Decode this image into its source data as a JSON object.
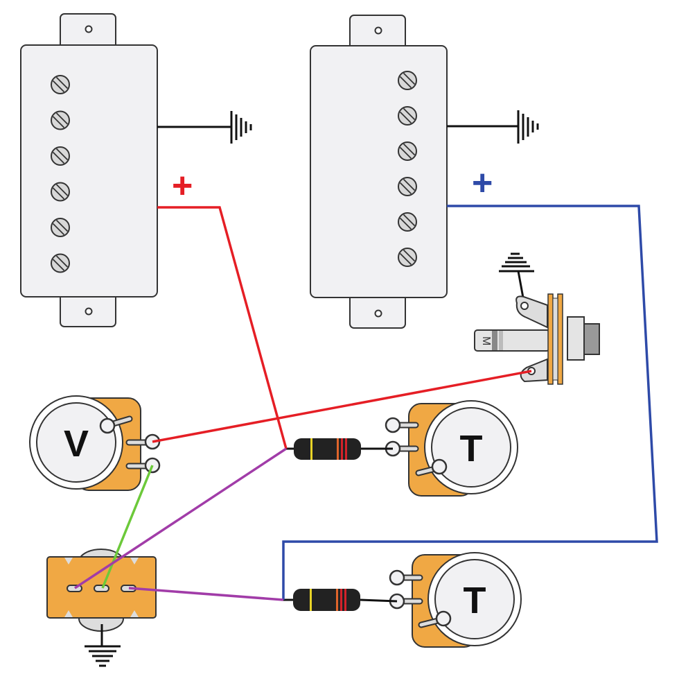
{
  "title": "Guitar wiring diagram: two humbucker pickups, volume pot, two tone pots, toggle switch, output jack",
  "colors": {
    "background": "#ffffff",
    "pickup_cover": "#f1f1f3",
    "outline": "#333333",
    "pot_body": "#f0a844",
    "switch_body": "#f0a844",
    "jack_washer": "#f0a844",
    "wire_neck_hot": "#e51e25",
    "wire_bridge_hot": "#2e4aa8",
    "wire_ground": "#111111",
    "wire_green": "#6cc93a",
    "wire_purple": "#a13ca8",
    "resistor_body": "#222222",
    "band_yellow": "#e8d327",
    "band_orange": "#e0652b",
    "band_red": "#d3222a"
  },
  "pickups": [
    {
      "id": "neck",
      "polarity_label": "+",
      "label_color": "#e51e25",
      "pole_screws": 6,
      "ground_symbol": "ground-icon"
    },
    {
      "id": "bridge",
      "polarity_label": "+",
      "label_color": "#2e4aa8",
      "pole_screws": 6,
      "ground_symbol": "ground-icon"
    }
  ],
  "pots": [
    {
      "id": "volume",
      "label": "V"
    },
    {
      "id": "tone-1",
      "label": "T"
    },
    {
      "id": "tone-2",
      "label": "T"
    }
  ],
  "jack": {
    "marking": "M"
  },
  "capacitors": [
    {
      "id": "cap-1",
      "bands": [
        "yellow",
        "orange",
        "red"
      ]
    },
    {
      "id": "cap-2",
      "bands": [
        "yellow",
        "orange",
        "red"
      ]
    }
  ],
  "switch": {
    "lugs": 3
  }
}
